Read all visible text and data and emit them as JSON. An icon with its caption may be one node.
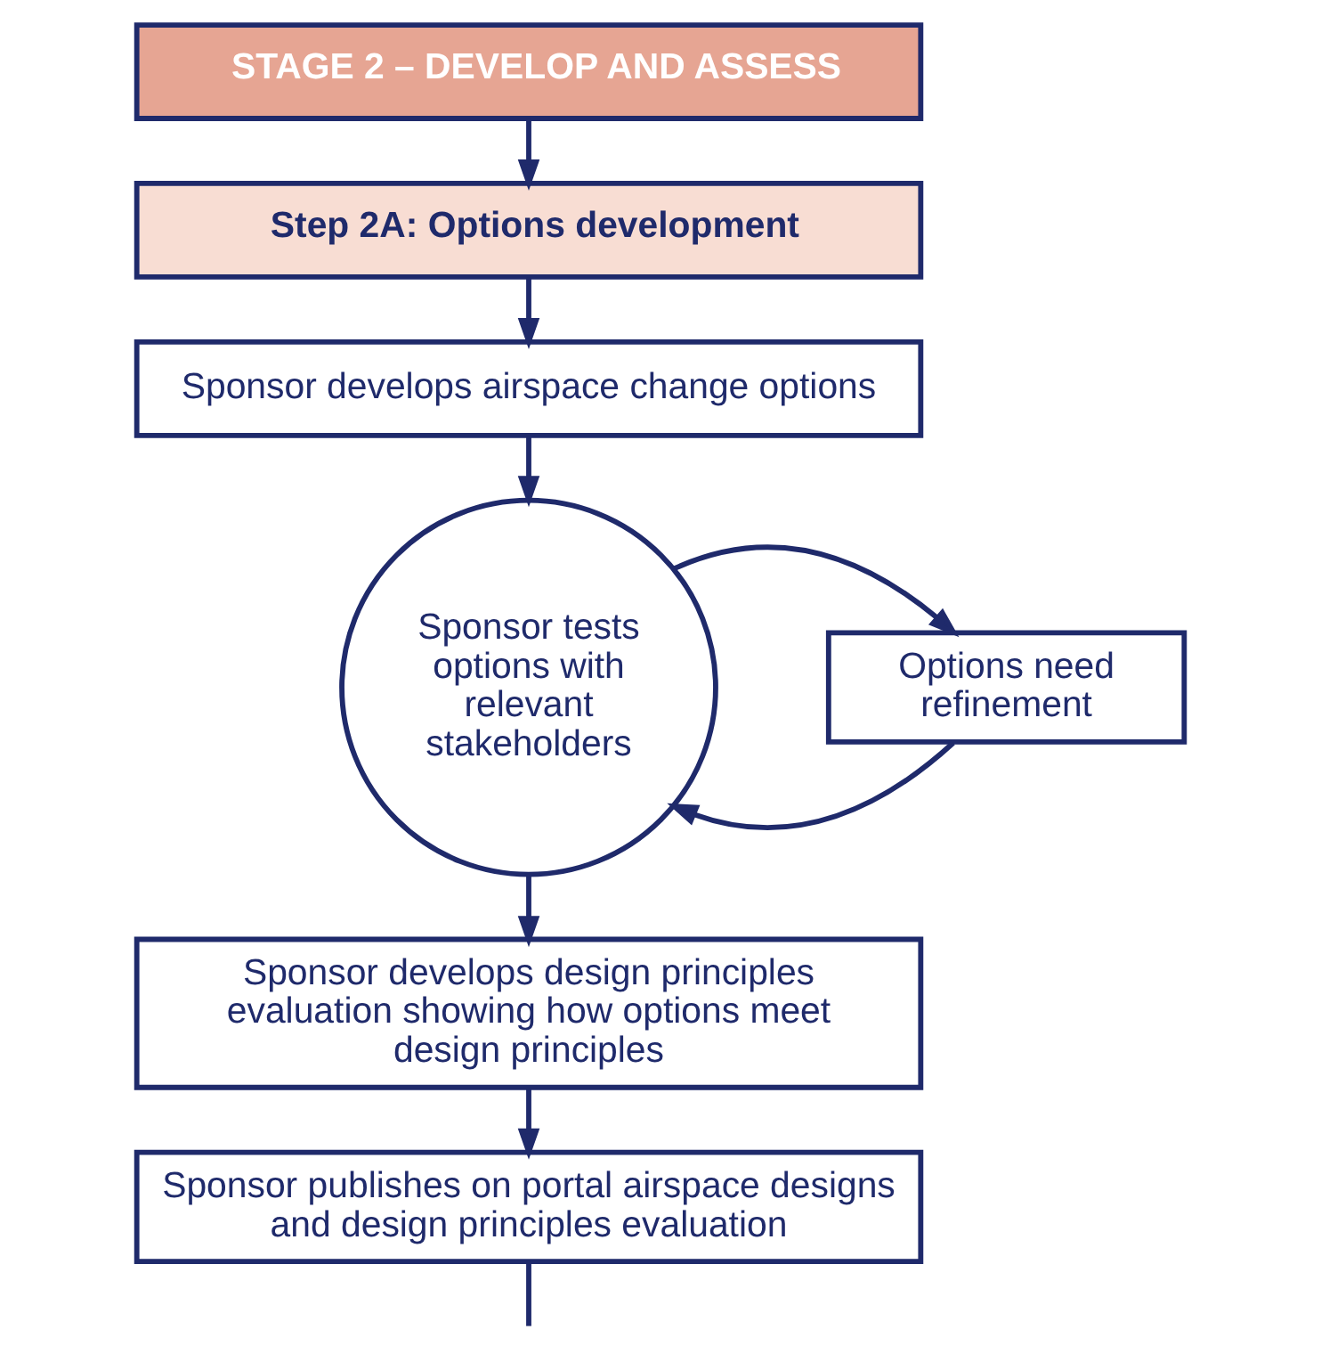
{
  "diagram": {
    "nodes": [
      {
        "text": [
          "STAGE 2 – DEVELOP AND ASSESS"
        ]
      },
      {
        "text": [
          "Step 2A: Options development"
        ]
      },
      {
        "text": [
          "Sponsor develops airspace change options"
        ]
      },
      {
        "text": [
          "Sponsor tests options with relevant stakeholders"
        ]
      },
      {
        "text": [
          "Options need refinement"
        ]
      },
      {
        "text": [
          "Sponsor develops design principles evaluation showing how options meet design principles"
        ]
      },
      {
        "text": [
          "Sponsor publishes on portal airspace designs and design principles evaluation"
        ]
      }
    ],
    "edges": [
      {
        "from": 0,
        "to": 1,
        "arrow": "to"
      },
      {
        "from": 1,
        "to": 2,
        "arrow": "to"
      },
      {
        "from": 2,
        "to": 3,
        "arrow": "to"
      },
      {
        "from": 4,
        "to": 3,
        "arrow": "to"
      },
      {
        "from": 3,
        "to": 4,
        "arrow": "to"
      },
      {
        "from": 3,
        "to": 5,
        "arrow": "to"
      },
      {
        "from": 5,
        "to": 6,
        "arrow": "to"
      },
      {
        "from": 6,
        "to": null,
        "arrow": "none"
      }
    ]
  }
}
